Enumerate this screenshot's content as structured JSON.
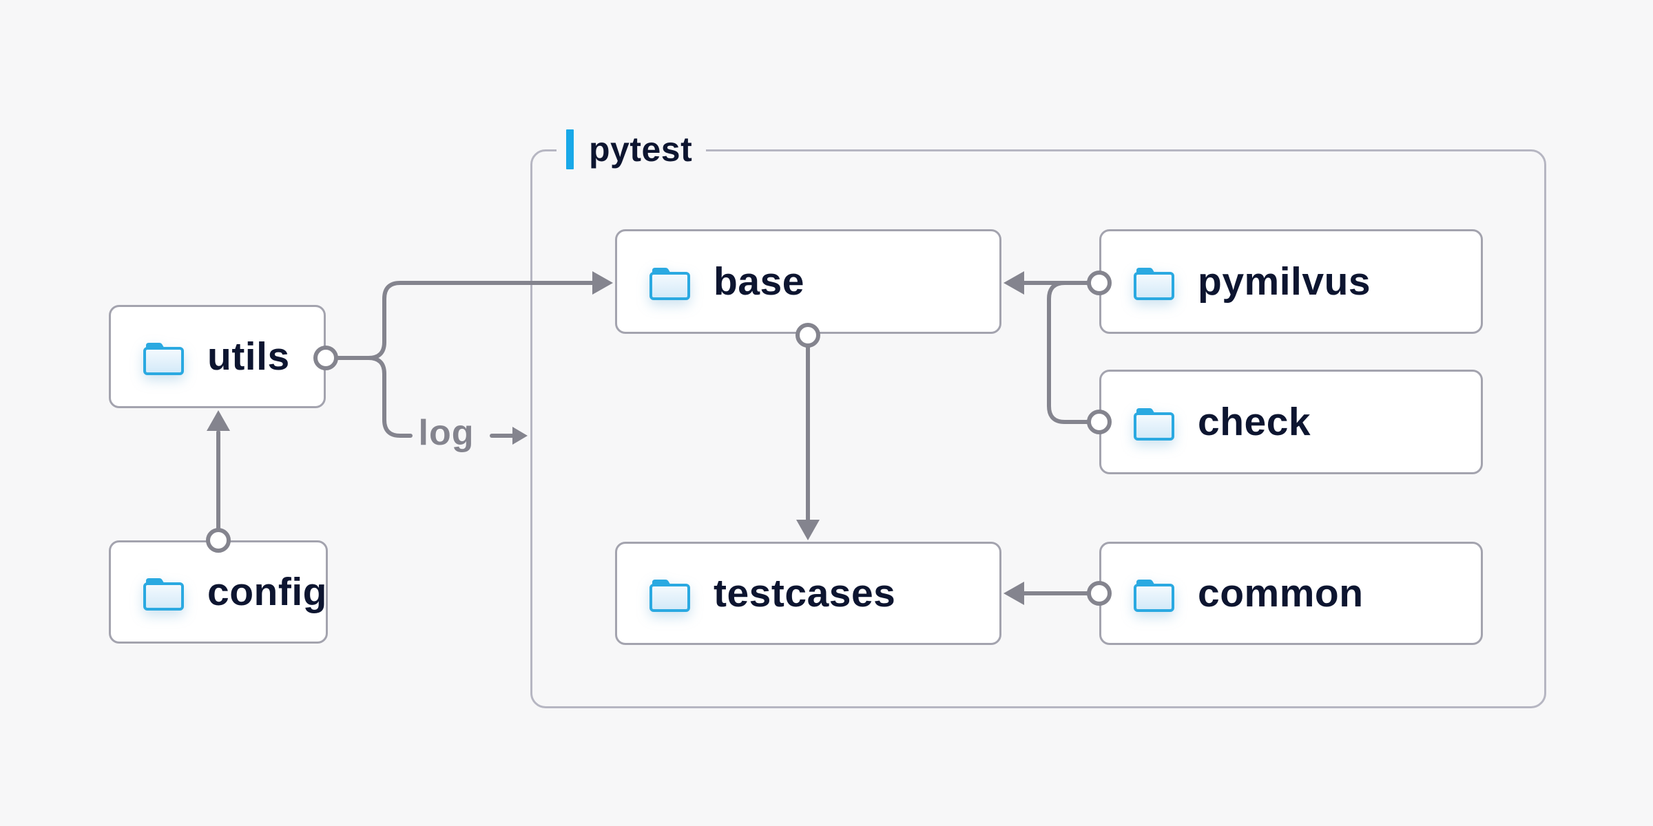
{
  "diagram": {
    "container": {
      "label": "pytest"
    },
    "nodes": [
      {
        "id": "utils",
        "label": "utils",
        "icon": "folder-icon",
        "inside_container": false
      },
      {
        "id": "config",
        "label": "config",
        "icon": "folder-icon",
        "inside_container": false
      },
      {
        "id": "base",
        "label": "base",
        "icon": "folder-icon",
        "inside_container": true
      },
      {
        "id": "pymilvus",
        "label": "pymilvus",
        "icon": "folder-icon",
        "inside_container": true
      },
      {
        "id": "check",
        "label": "check",
        "icon": "folder-icon",
        "inside_container": true
      },
      {
        "id": "testcases",
        "label": "testcases",
        "icon": "folder-icon",
        "inside_container": true
      },
      {
        "id": "common",
        "label": "common",
        "icon": "folder-icon",
        "inside_container": true
      }
    ],
    "edges": [
      {
        "from": "config",
        "to": "utils",
        "label": ""
      },
      {
        "from": "utils",
        "to": "base",
        "label": ""
      },
      {
        "from": "utils",
        "to": "pytest",
        "label": "log"
      },
      {
        "from": "pymilvus",
        "to": "base",
        "label": ""
      },
      {
        "from": "check",
        "to": "base",
        "label": ""
      },
      {
        "from": "base",
        "to": "testcases",
        "label": ""
      },
      {
        "from": "common",
        "to": "testcases",
        "label": ""
      }
    ],
    "colors": {
      "background": "#F7F7F8",
      "node_fill": "#FFFFFF",
      "node_border": "#A3A3AE",
      "container_border": "#B6B6C2",
      "connector_gray": "#84848E",
      "accent_blue": "#18A8E8",
      "folder_blue": "#2AA9E1",
      "text_dark": "#0D1530"
    }
  }
}
